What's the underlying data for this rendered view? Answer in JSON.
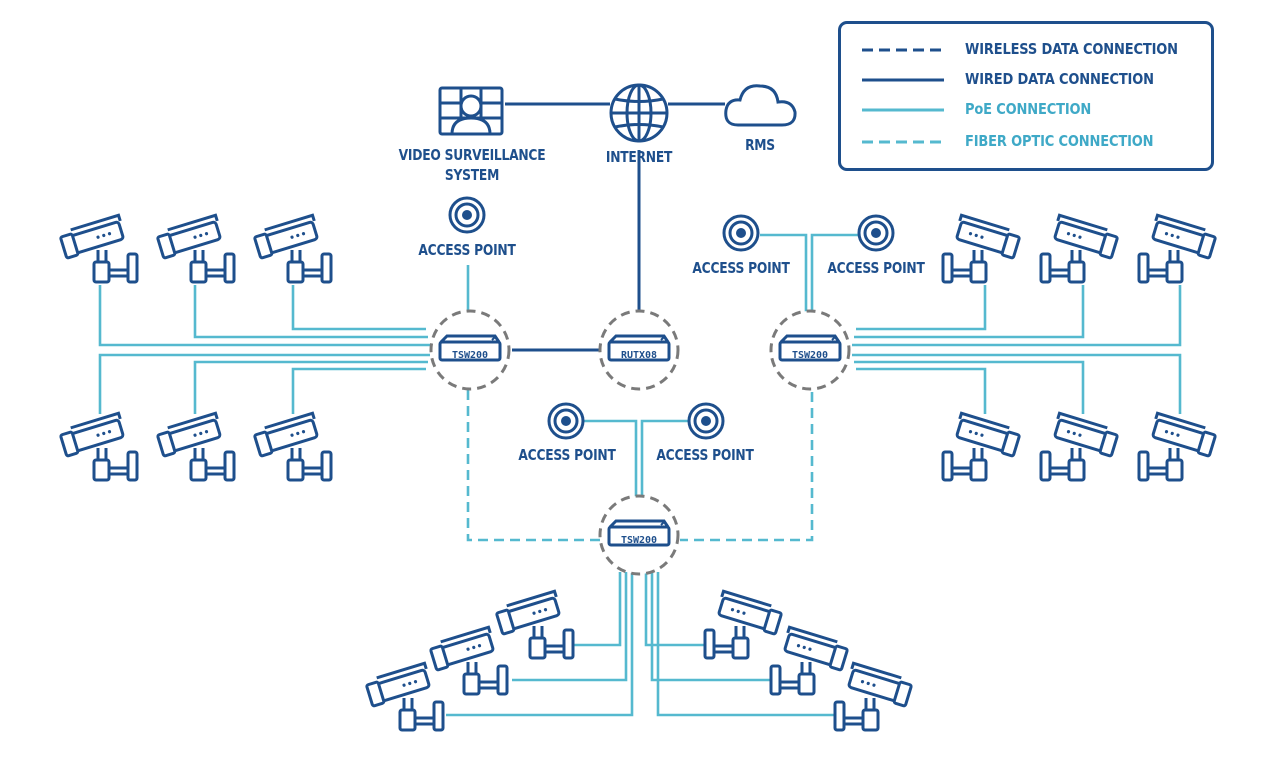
{
  "colors": {
    "dark": "#1e4f8c",
    "light": "#55b9cf",
    "gray": "#7a7a7a"
  },
  "legend": {
    "items": [
      {
        "label": "WIRELESS DATA CONNECTION",
        "style": "dashed",
        "color": "dark"
      },
      {
        "label": "WIRED DATA CONNECTION",
        "style": "solid",
        "color": "dark"
      },
      {
        "label": "PoE CONNECTION",
        "style": "solid",
        "color": "light"
      },
      {
        "label": "FIBER OPTIC CONNECTION",
        "style": "dashed",
        "color": "light"
      }
    ]
  },
  "nodes": {
    "vss": {
      "label_line1": "VIDEO SURVEILLANCE",
      "label_line2": "SYSTEM",
      "icon": "video-surveillance-icon"
    },
    "internet": {
      "label": "INTERNET",
      "icon": "globe-icon"
    },
    "rms": {
      "label": "RMS",
      "icon": "cloud-icon"
    },
    "router": {
      "label": "RUTX08",
      "icon": "router-icon"
    },
    "switch_left": {
      "label": "TSW200",
      "icon": "switch-icon"
    },
    "switch_right": {
      "label": "TSW200",
      "icon": "switch-icon"
    },
    "switch_bottom": {
      "label": "TSW200",
      "icon": "switch-icon"
    },
    "access_point_label": "ACCESS POINT"
  }
}
